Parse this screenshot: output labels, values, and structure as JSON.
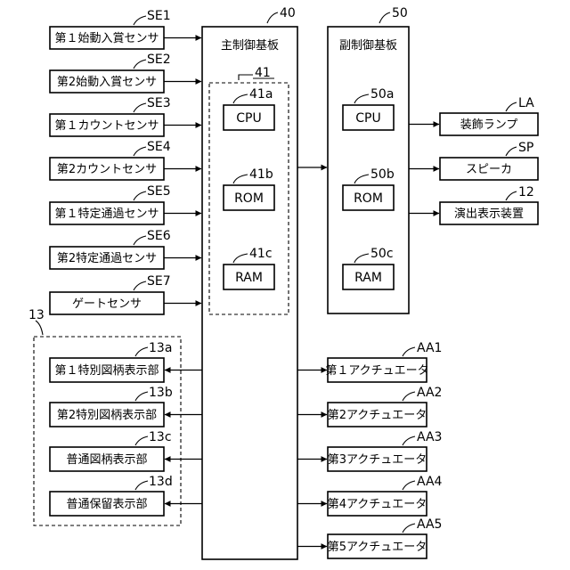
{
  "sensors": [
    {
      "ref": "SE1",
      "label": "第１始動入賞センサ"
    },
    {
      "ref": "SE2",
      "label": "第2始動入賞センサ"
    },
    {
      "ref": "SE3",
      "label": "第１カウントセンサ"
    },
    {
      "ref": "SE4",
      "label": "第2カウントセンサ"
    },
    {
      "ref": "SE5",
      "label": "第１特定通過センサ"
    },
    {
      "ref": "SE6",
      "label": "第2特定通過センサ"
    },
    {
      "ref": "SE7",
      "label": "ゲートセンサ"
    }
  ],
  "display_group_ref": "13",
  "displays": [
    {
      "ref": "13a",
      "label": "第１特別図柄表示部"
    },
    {
      "ref": "13b",
      "label": "第2特別図柄表示部"
    },
    {
      "ref": "13c",
      "label": "普通図柄表示部"
    },
    {
      "ref": "13d",
      "label": "普通保留表示部"
    }
  ],
  "main_board": {
    "ref": "40",
    "label": "主制御基板",
    "group_ref": "41",
    "parts": [
      {
        "ref": "41a",
        "label": "CPU"
      },
      {
        "ref": "41b",
        "label": "ROM"
      },
      {
        "ref": "41c",
        "label": "RAM"
      }
    ]
  },
  "sub_board": {
    "ref": "50",
    "label": "副制御基板",
    "parts": [
      {
        "ref": "50a",
        "label": "CPU"
      },
      {
        "ref": "50b",
        "label": "ROM"
      },
      {
        "ref": "50c",
        "label": "RAM"
      }
    ]
  },
  "outputs": [
    {
      "ref": "LA",
      "label": "装飾ランプ"
    },
    {
      "ref": "SP",
      "label": "スピーカ"
    },
    {
      "ref": "12",
      "label": "演出表示装置"
    }
  ],
  "actuators": [
    {
      "ref": "AA1",
      "label": "第１アクチュエータ"
    },
    {
      "ref": "AA2",
      "label": "第2アクチュエータ"
    },
    {
      "ref": "AA3",
      "label": "第3アクチュエータ"
    },
    {
      "ref": "AA4",
      "label": "第4アクチュエータ"
    },
    {
      "ref": "AA5",
      "label": "第5アクチュエータ"
    }
  ]
}
